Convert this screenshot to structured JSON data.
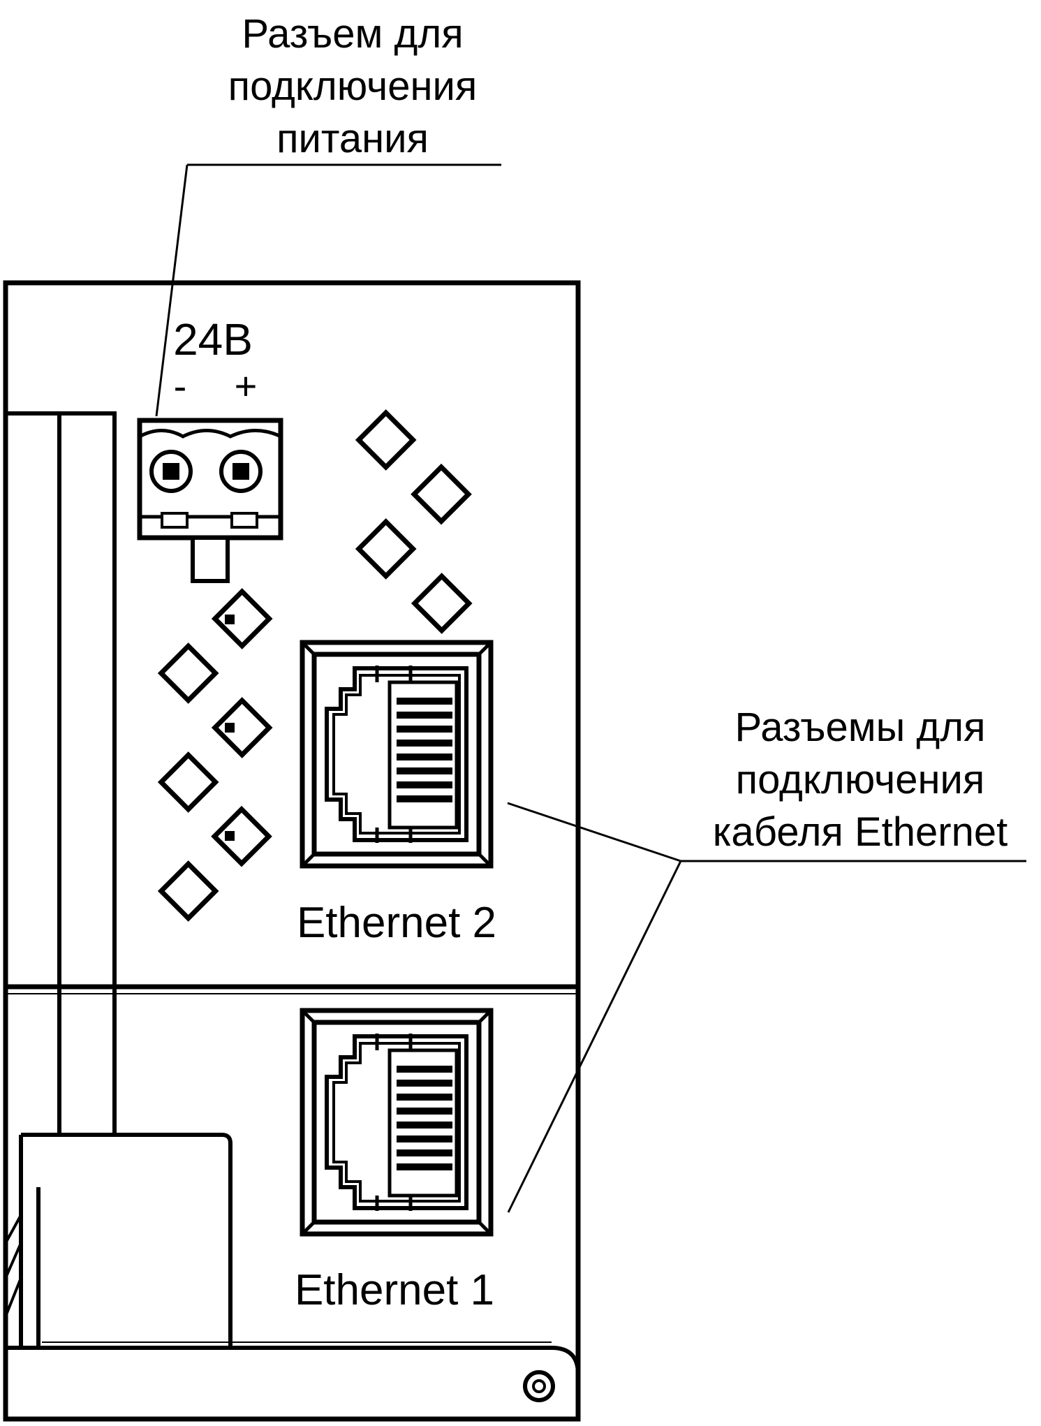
{
  "callouts": {
    "power": {
      "lines": [
        "Разъем для",
        "подключения",
        "питания"
      ]
    },
    "ethernet": {
      "lines": [
        "Разъемы для",
        "подключения",
        "кабеля Ethernet"
      ]
    }
  },
  "power_connector": {
    "voltage_label": "24В",
    "minus_label": "-",
    "plus_label": "+"
  },
  "ports": [
    {
      "label": "Ethernet 2"
    },
    {
      "label": "Ethernet 1"
    }
  ]
}
